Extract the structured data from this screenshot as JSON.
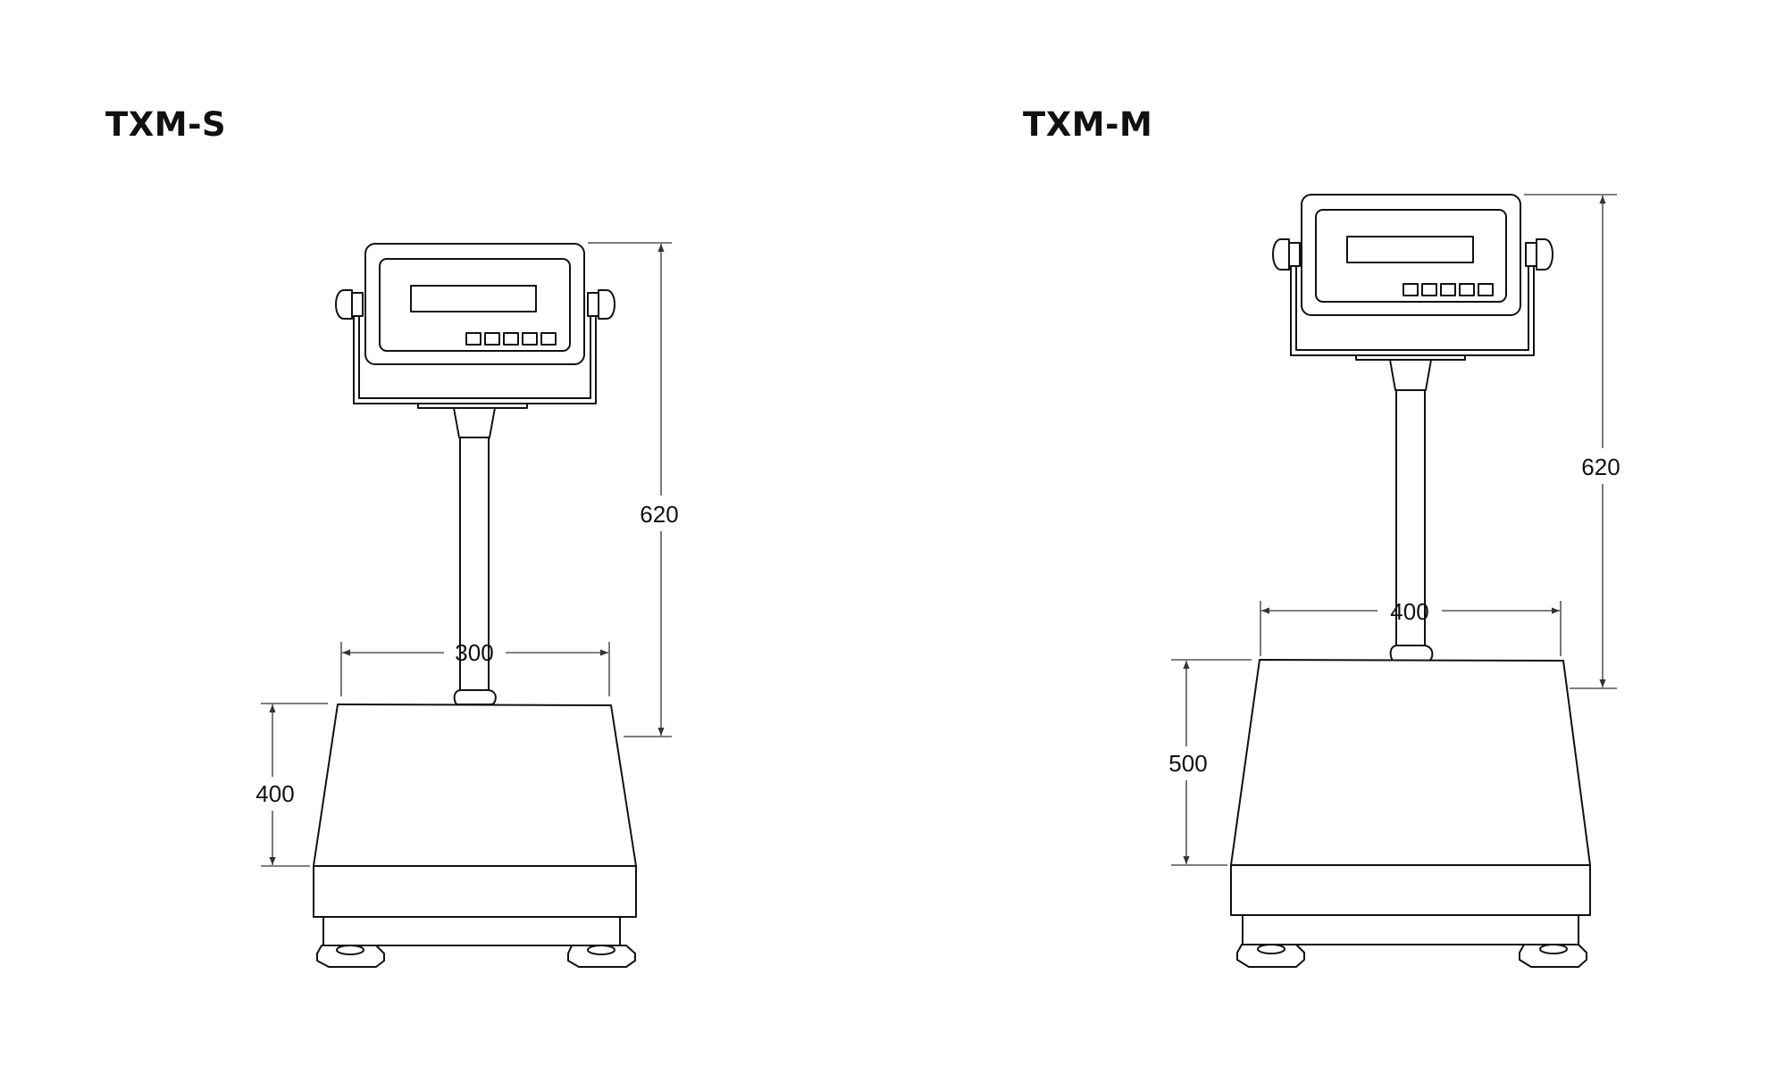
{
  "colors": {
    "line": "#111111",
    "dimension": "#333333",
    "background": "#ffffff"
  },
  "models": [
    {
      "title": "TXM-S",
      "dimensions": {
        "width": "300",
        "platform_height": "400",
        "column_height": "620"
      }
    },
    {
      "title": "TXM-M",
      "dimensions": {
        "width": "400",
        "platform_height": "500",
        "column_height": "620"
      }
    }
  ]
}
